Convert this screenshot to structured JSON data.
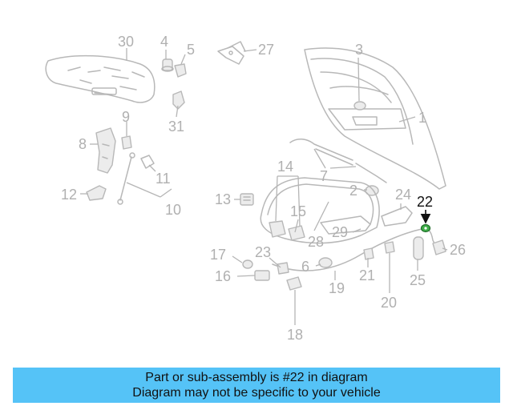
{
  "highlight_color": "#3fae49",
  "banner_color": "#55c3f7",
  "banner": {
    "line1": "Part or sub-assembly is #22 in diagram",
    "line2": "Diagram may not be specific to your vehicle"
  },
  "callouts": {
    "c1": "1",
    "c2": "2",
    "c3": "3",
    "c4": "4",
    "c5": "5",
    "c6": "6",
    "c7": "7",
    "c8": "8",
    "c9": "9",
    "c10": "10",
    "c11": "11",
    "c12": "12",
    "c13": "13",
    "c14": "14",
    "c15": "15",
    "c16": "16",
    "c17": "17",
    "c18": "18",
    "c19": "19",
    "c20": "20",
    "c21": "21",
    "c22": "22",
    "c23": "23",
    "c24": "24",
    "c25": "25",
    "c26": "26",
    "c27": "27",
    "c28": "28",
    "c29": "29",
    "c30": "30",
    "c31": "31"
  }
}
